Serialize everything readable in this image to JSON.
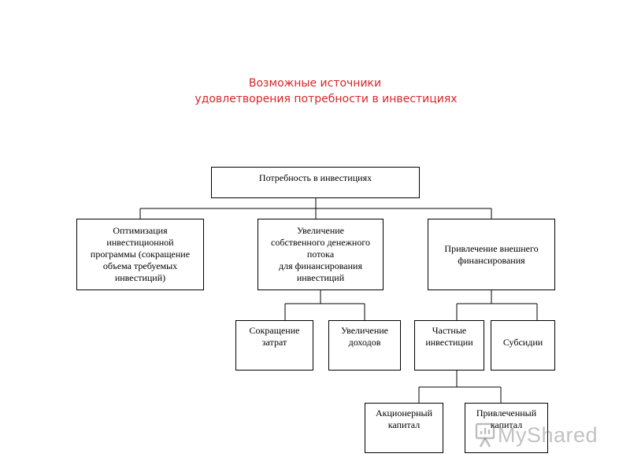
{
  "title": {
    "line1": "Возможные источники",
    "line2": "удовлетворения потребности в инвестициях"
  },
  "nodes": {
    "root": [
      "Потребность в инвестициях"
    ],
    "optimization": [
      "Оптимизация",
      "инвестиционной",
      "программы (сокращение",
      "объема требуемых",
      "инвестиций)"
    ],
    "own_cash": [
      "Увеличение",
      "собственного денежного",
      "потока",
      "для финансирования",
      "инвестиций"
    ],
    "external": [
      "Привлечение внешнего",
      "финансирования"
    ],
    "cost_cut": [
      "Сокращение",
      "затрат"
    ],
    "income_up": [
      "Увеличение",
      "доходов"
    ],
    "private_inv": [
      "Частные",
      "инвестиции"
    ],
    "subsidies": [
      "Субсидии"
    ],
    "equity": [
      "Акционерный",
      "капитал"
    ],
    "borrowed": [
      "Привлеченный",
      "капитал"
    ]
  },
  "watermark": {
    "text": "MyShared",
    "icon": "presentation-board-icon"
  },
  "colors": {
    "title": "#d8262a",
    "line": "#000000"
  }
}
